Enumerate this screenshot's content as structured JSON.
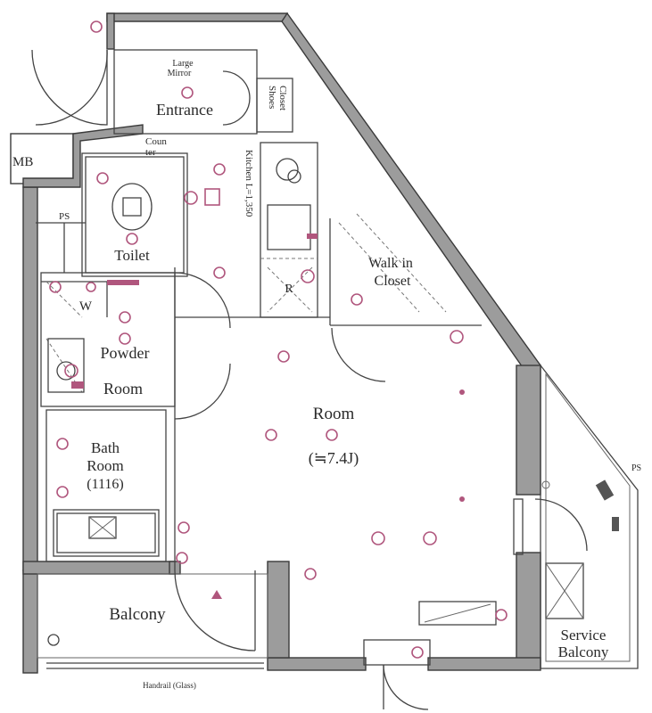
{
  "rooms": {
    "entrance": "Entrance",
    "large_mirror_line1": "Large",
    "large_mirror_line2": "Mirror",
    "shoes_closet_line1": "Shoes",
    "shoes_closet_line2": "Closet",
    "counter_line1": "Coun",
    "counter_line2": "ter",
    "mb": "MB",
    "ps_left": "PS",
    "toilet": "Toilet",
    "kitchen": "Kitchen L=1,350",
    "r": "R",
    "walk_in_line1": "Walk in",
    "walk_in_line2": "Closet",
    "w": "W",
    "powder_line1": "Powder",
    "powder_line2": "Room",
    "room": "Room",
    "room_size": "(≒7.4J)",
    "bath_line1": "Bath",
    "bath_line2": "Room",
    "bath_size": "(1116)",
    "balcony": "Balcony",
    "handrail": "Handrail (Glass)",
    "ps_right": "PS",
    "service_line1": "Service",
    "service_line2": "Balcony"
  }
}
